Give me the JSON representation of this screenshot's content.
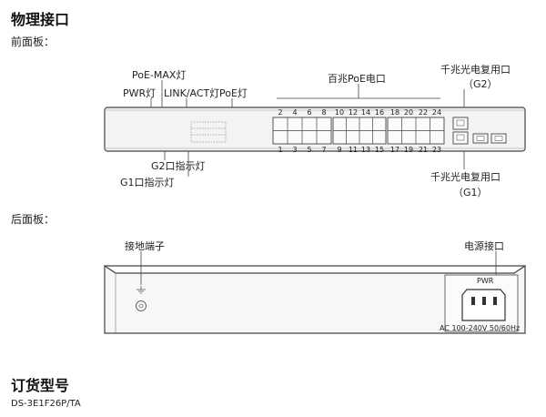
{
  "section_interface": "物理接口",
  "front": {
    "heading": "前面板：",
    "labels": {
      "poe_max": "PoE-MAX灯",
      "pwr_led": "PWR灯",
      "link_act": "LINK/ACT灯",
      "poe_led": "PoE灯",
      "poe_ports": "百兆PoE电口",
      "g2_title": "千兆光电复用口",
      "g2_code": "（G2）",
      "g2_led": "G2口指示灯",
      "g1_led": "G1口指示灯",
      "g1_title": "千兆光电复用口",
      "g1_code": "（G1）"
    },
    "top_ports": [
      "2",
      "4",
      "6",
      "8",
      "10",
      "12",
      "14",
      "16",
      "18",
      "20",
      "22",
      "24"
    ],
    "bottom_ports": [
      "1",
      "3",
      "5",
      "7",
      "9",
      "11",
      "13",
      "15",
      "17",
      "19",
      "21",
      "23"
    ]
  },
  "rear": {
    "heading": "后面板：",
    "labels": {
      "ground": "接地端子",
      "power": "电源接口",
      "pwr_text": "PWR",
      "ac_rating": "AC 100-240V 50/60Hz"
    }
  },
  "order": {
    "heading": "订货型号",
    "model": "DS-3E1F26P/TA"
  },
  "colors": {
    "stroke": "#444444",
    "panel_fill": "#f3f3f3",
    "port_fill": "#fbfbfb"
  }
}
